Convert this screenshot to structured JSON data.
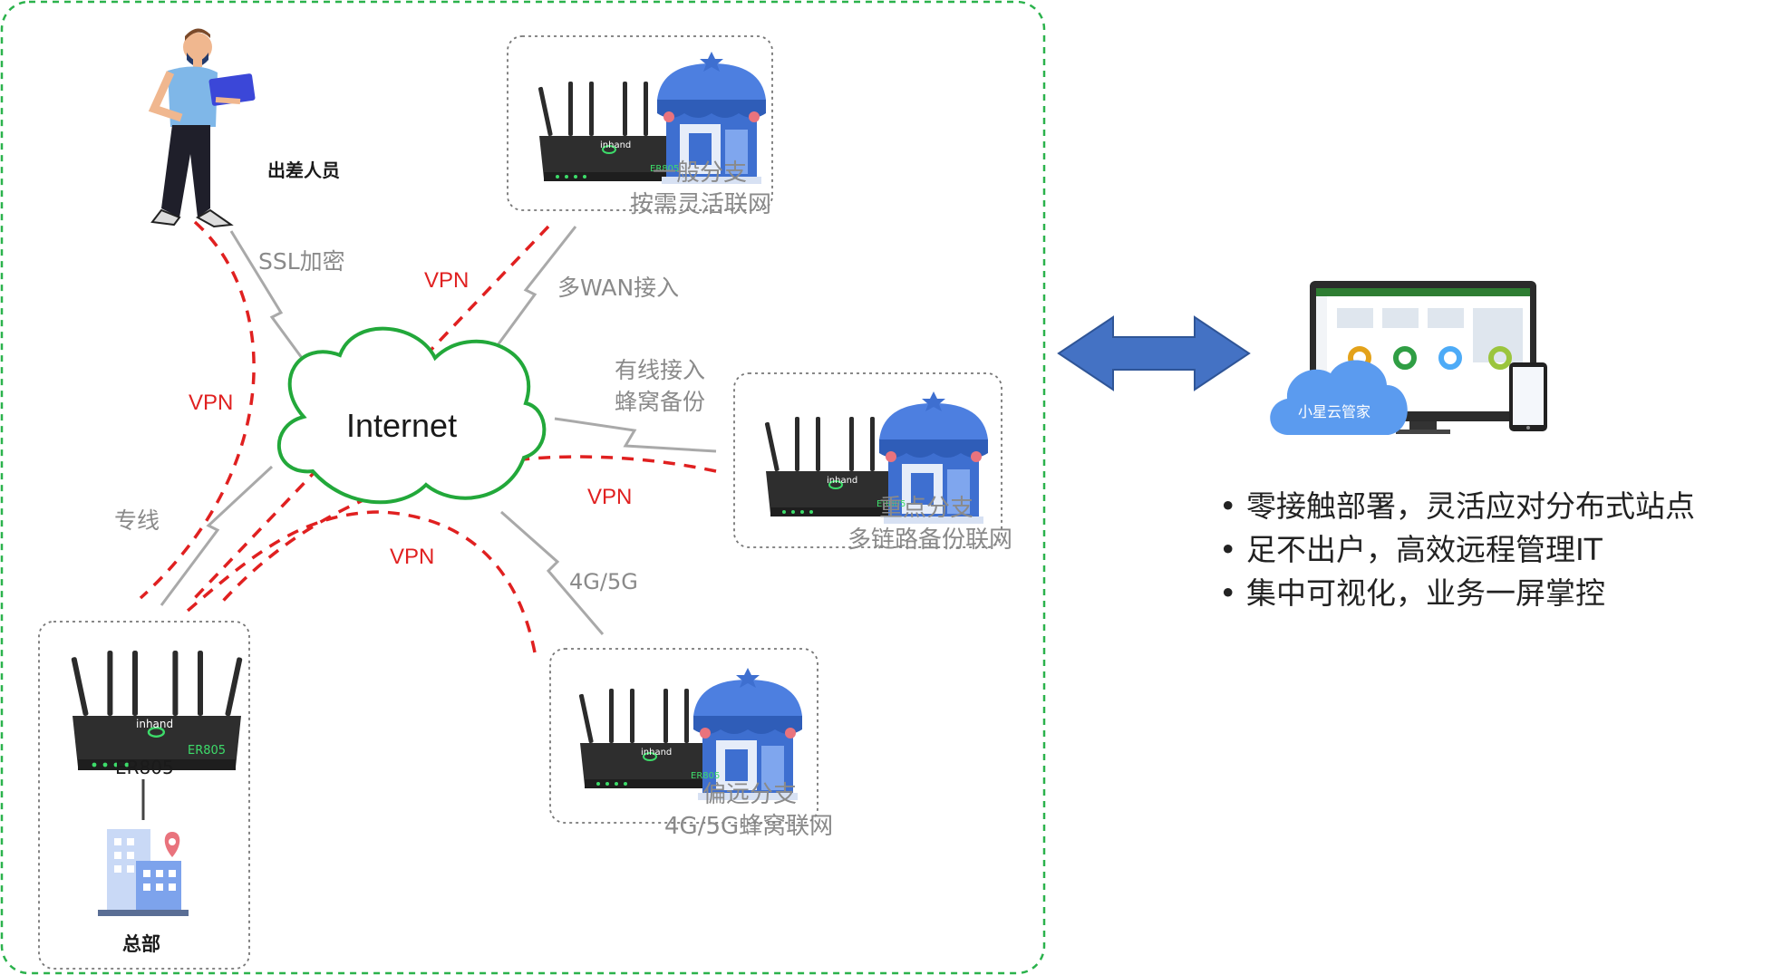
{
  "diagram": {
    "traveler_label": "出差人员",
    "ssl_label": "SSL加密",
    "internet_label": "Internet",
    "vpn_labels": [
      "VPN",
      "VPN",
      "VPN",
      "VPN"
    ],
    "multi_wan_label": "多WAN接入",
    "wired_label_1": "有线接入",
    "wired_label_2": "蜂窝备份",
    "leased_line_label": "专线",
    "cellular_label": "4G/5G",
    "router_brand": "inhand",
    "router_model_small": "ER805",
    "hq": {
      "router_label": "ER805",
      "name": "总部"
    },
    "branches": [
      {
        "title": "一般分支",
        "subtitle": "按需灵活联网"
      },
      {
        "title": "重点分支",
        "subtitle": "多链路备份联网"
      },
      {
        "title": "偏远分支",
        "subtitle": "4G/5G蜂窝联网"
      }
    ]
  },
  "cloud_manager": {
    "name": "小星云管家",
    "features": [
      "• 零接触部署，灵活应对分布式站点",
      "• 足不出户，高效远程管理IT",
      "• 集中可视化，业务一屏掌控"
    ]
  },
  "colors": {
    "green_dashed_border": "#2bb24c",
    "internet_cloud": "#22a83a",
    "vpn_red": "#e02020",
    "arrow_blue": "#4472c4",
    "store_blue": "#3e6fd0",
    "line_gray": "#a9a9a9"
  }
}
